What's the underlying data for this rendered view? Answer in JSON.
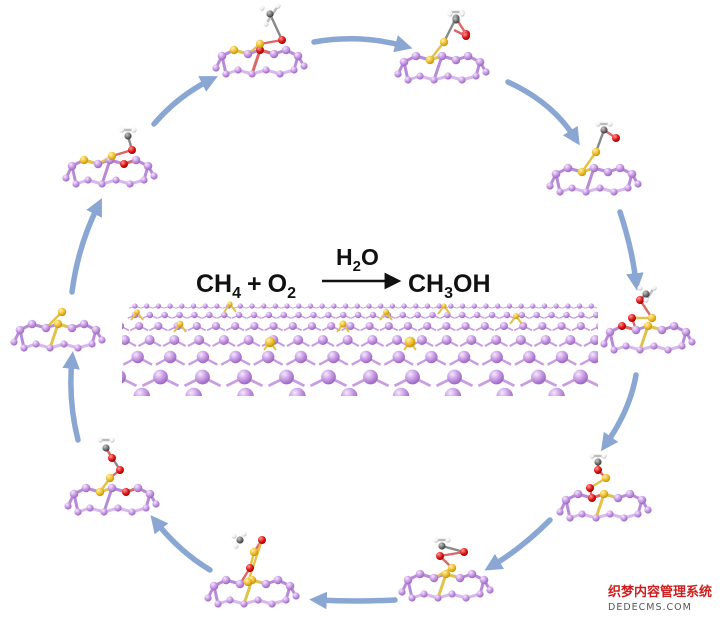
{
  "equation": {
    "reactant_1": "CH",
    "reactant_1_subscript": "4",
    "plus": "+",
    "reactant_2": "O",
    "reactant_2_subscript": "2",
    "catalyst": "H",
    "catalyst_subscript": "2",
    "catalyst_tail": "O",
    "product_1": "CH",
    "product_1_subscript": "3",
    "product_2": "OH"
  },
  "watermark": {
    "line1": "织梦内容管理系统",
    "line2": "DEDECMS.COM"
  },
  "colors": {
    "cycle_arrow": "#8aa6d2",
    "atom_p": "#b98ad8",
    "atom_p_light": "#d9b8ee",
    "atom_s": "#e9b72a",
    "atom_o": "#e01818",
    "atom_c": "#707070",
    "atom_h": "#f2f2f2"
  },
  "molecule_icons": [
    "methane-icon",
    "oxygen-icon"
  ]
}
